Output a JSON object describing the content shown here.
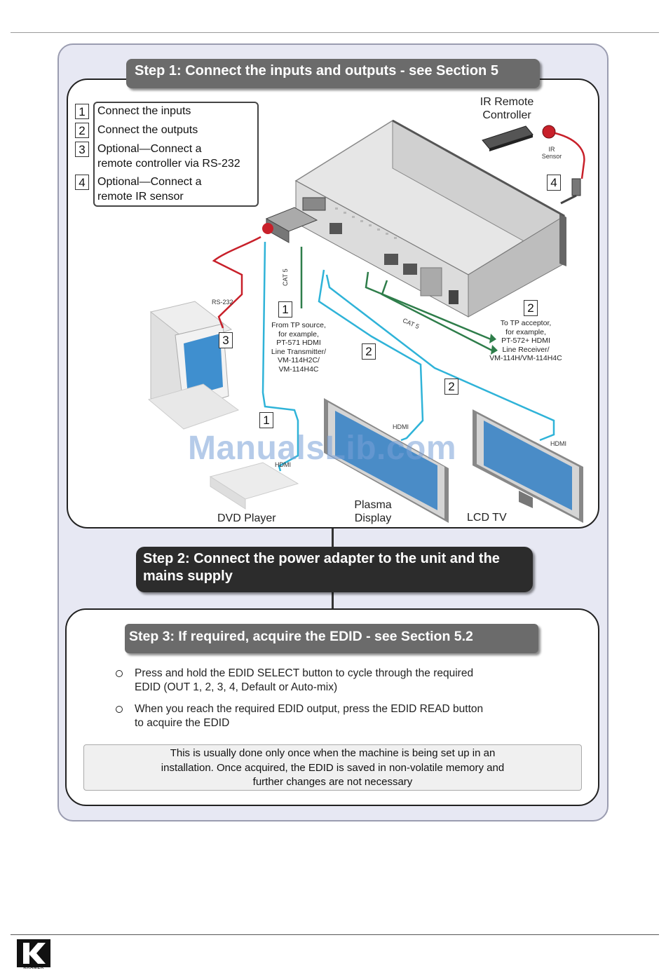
{
  "steps": {
    "step1_title": "Step 1: Connect the inputs and outputs - see Section 5",
    "step2_line1": "Step 2: Connect the power adapter to the unit and the",
    "step2_line2": "mains supply",
    "step3_title": "Step 3: If required, acquire the EDID - see Section 5.2"
  },
  "legend": [
    {
      "num": "1",
      "text": "Connect the inputs"
    },
    {
      "num": "2",
      "text": "Connect the outputs"
    },
    {
      "num": "3",
      "text": "Optional—Connect a",
      "text2": "remote controller via RS-232"
    },
    {
      "num": "4",
      "text": "Optional—Connect a",
      "text2": "remote IR sensor"
    }
  ],
  "diagram": {
    "ir_remote_line1": "IR Remote",
    "ir_remote_line2": "Controller",
    "ir_sensor_line1": "IR",
    "ir_sensor_line2": "Sensor",
    "rs232": "RS-232",
    "cat5": "CAT 5",
    "cat5_out": "CAT 5",
    "hdmi": "HDMI",
    "from_tp": [
      "From TP source,",
      "for example,",
      "PT-571 HDMI",
      "Line Transmitter/",
      "VM-114H2C/",
      "VM-114H4C"
    ],
    "to_tp": [
      "To TP acceptor,",
      "for example,",
      "PT-572+ HDMI",
      "Line Receiver/",
      "VM-114H/VM-114H4C"
    ],
    "dvd_player": "DVD Player",
    "plasma_line1": "Plasma",
    "plasma_line2": "Display",
    "lcd_tv": "LCD TV",
    "num_1": "1",
    "num_2": "2",
    "num_3": "3",
    "num_4": "4"
  },
  "step3": {
    "bullet1_line1": "Press and hold the EDID SELECT button to cycle through the required",
    "bullet1_line2": "EDID (OUT 1, 2, 3, 4, Default or Auto-mix)",
    "bullet2_line1": "When you reach the required EDID output, press the EDID READ button",
    "bullet2_line2": "to acquire the EDID",
    "note_line1": "This is usually done only once when the machine is being set up in an",
    "note_line2": "installation. Once acquired, the EDID is saved in non-volatile memory and",
    "note_line3": "further changes are not necessary"
  },
  "watermark": "ManualsLib.com",
  "logo_text": "KRAMER",
  "colors": {
    "rs232_cable": "#c8202a",
    "hdmi_cable": "#2fb3d8",
    "cat5_cable": "#2e7d4a",
    "banner": "#6b6b6b"
  }
}
